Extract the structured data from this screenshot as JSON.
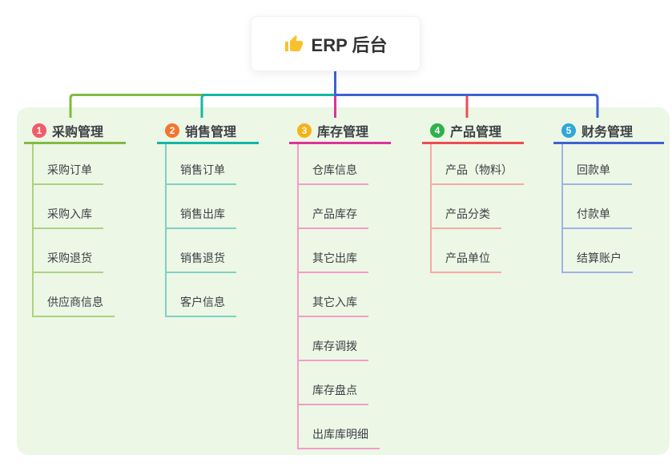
{
  "root": {
    "icon": "thumbs-up-icon",
    "title": "ERP 后台"
  },
  "panel_bg": "#ecf7e6",
  "stem_color": "#3e62d2",
  "branches": [
    {
      "index": "1",
      "label": "采购管理",
      "badge_color": "#f25b67",
      "line_color": "#82ba3f",
      "child_line_color": "#abd27f",
      "children": [
        "采购订单",
        "采购入库",
        "采购退货",
        "供应商信息"
      ]
    },
    {
      "index": "2",
      "label": "销售管理",
      "badge_color": "#f4752d",
      "line_color": "#12b7a6",
      "child_line_color": "#7fd0c6",
      "children": [
        "销售订单",
        "销售出库",
        "销售退货",
        "客户信息"
      ]
    },
    {
      "index": "3",
      "label": "库存管理",
      "badge_color": "#f8b217",
      "line_color": "#dd3399",
      "child_line_color": "#f39cc9",
      "children": [
        "仓库信息",
        "产品库存",
        "其它出库",
        "其它入库",
        "库存调拨",
        "库存盘点",
        "出库库明细"
      ]
    },
    {
      "index": "4",
      "label": "产品管理",
      "badge_color": "#2fb14d",
      "line_color": "#f04b51",
      "child_line_color": "#f8a9a5",
      "children": [
        "产品（物料）",
        "产品分类",
        "产品单位"
      ]
    },
    {
      "index": "5",
      "label": "财务管理",
      "badge_color": "#2fa7d9",
      "line_color": "#3e62d2",
      "child_line_color": "#9db4e4",
      "children": [
        "回款单",
        "付款单",
        "结算账户"
      ]
    }
  ]
}
